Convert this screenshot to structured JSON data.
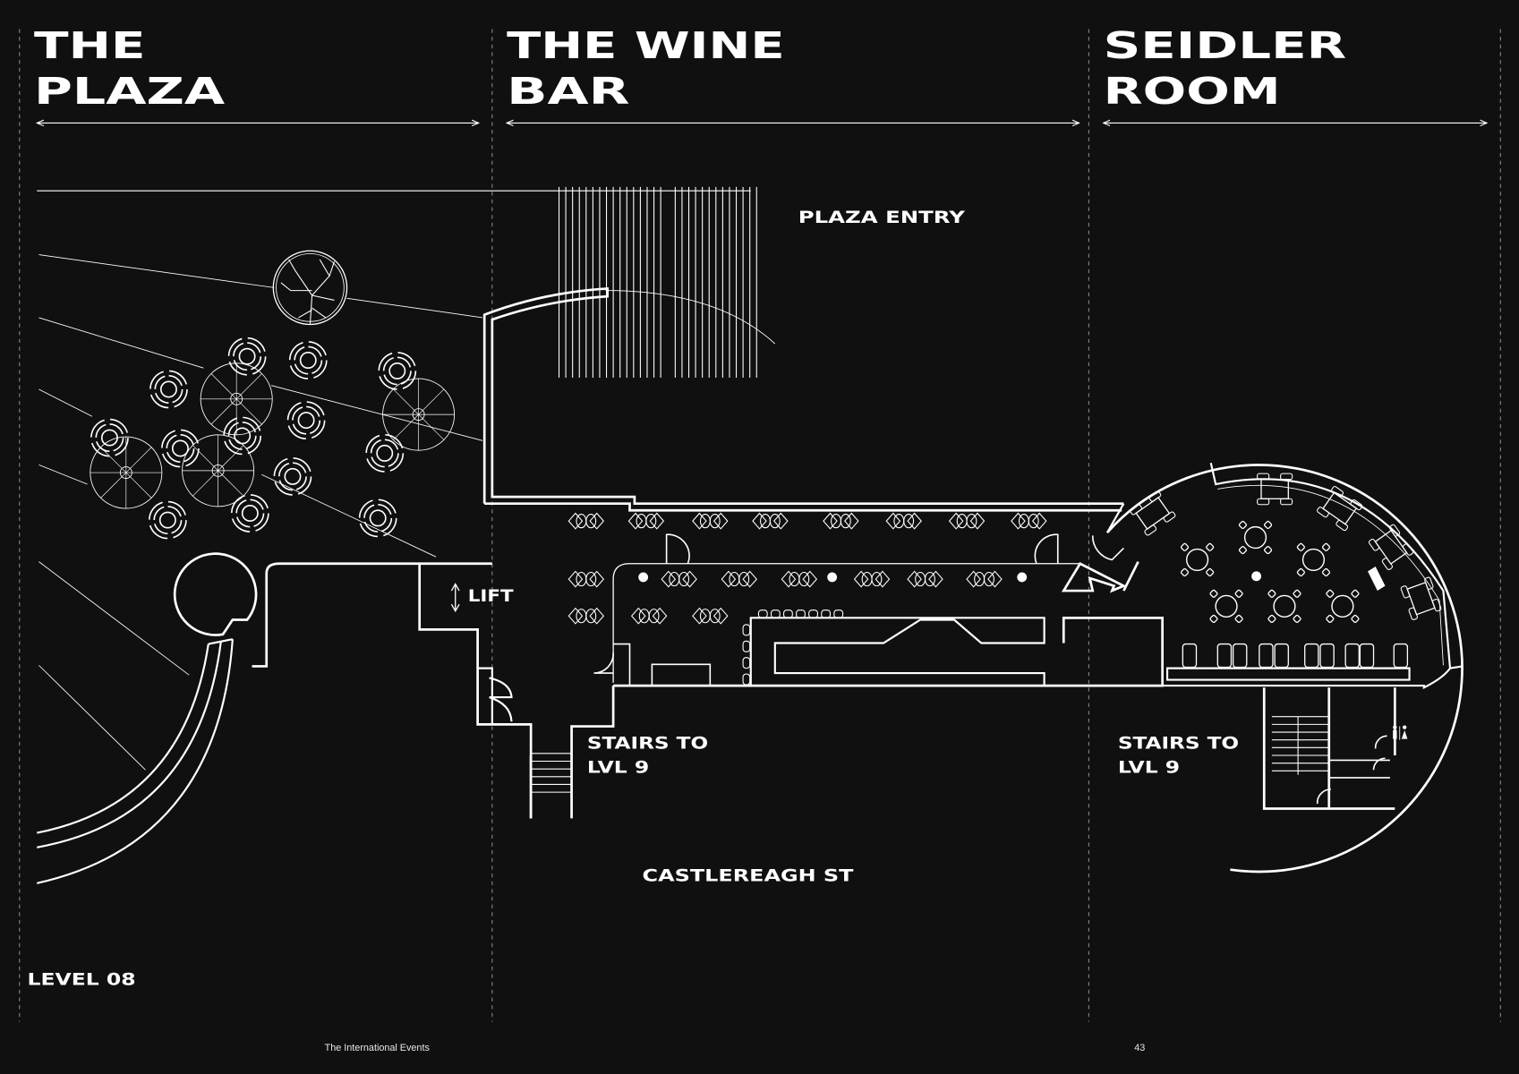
{
  "sections": [
    {
      "title_line1": "THE",
      "title_line2": "PLAZA"
    },
    {
      "title_line1": "THE WINE",
      "title_line2": "BAR"
    },
    {
      "title_line1": "SEIDLER",
      "title_line2": "ROOM"
    }
  ],
  "labels": {
    "plaza_entry": "PLAZA ENTRY",
    "lift": "LIFT",
    "stairs_wine_line1": "STAIRS TO",
    "stairs_wine_line2": "LVL 9",
    "stairs_seidler_line1": "STAIRS TO",
    "stairs_seidler_line2": "LVL 9",
    "street": "CASTLEREAGH ST",
    "level": "LEVEL 08"
  },
  "footer": {
    "publication": "The International Events",
    "page_number": "43"
  },
  "colors": {
    "background": "#101010",
    "line": "#ffffff"
  }
}
